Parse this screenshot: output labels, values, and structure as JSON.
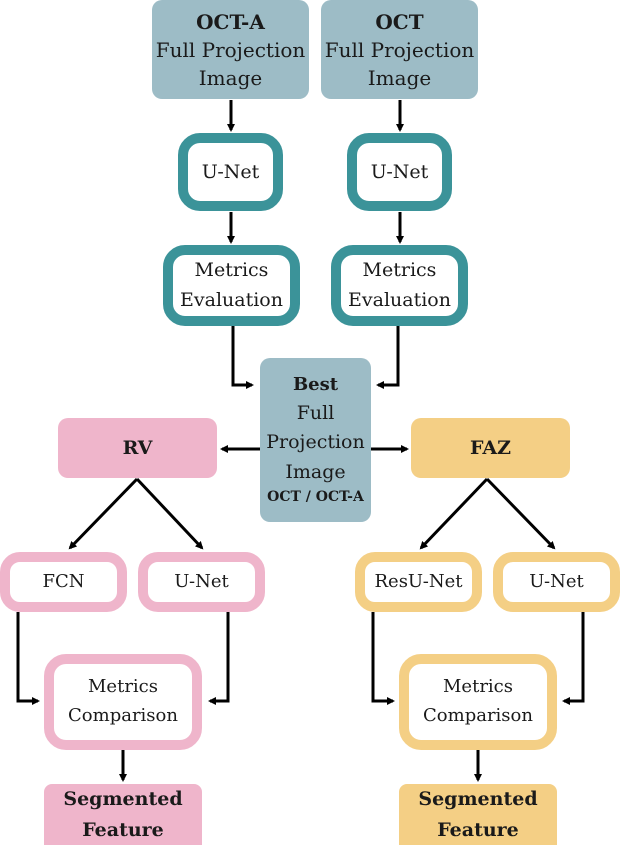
{
  "colors": {
    "teal_fill": "#9dbcc6",
    "teal_outline": "#3b9399",
    "pink": "#efb5cb",
    "gold": "#f4cf85",
    "arrow": "#000000"
  },
  "inputs": {
    "octa": {
      "title": "OCT-A",
      "line1": "Full Projection",
      "line2": "Image"
    },
    "oct": {
      "title": "OCT",
      "line1": "Full Projection",
      "line2": "Image"
    }
  },
  "models_top": {
    "left": "U-Net",
    "right": "U-Net"
  },
  "evaluation": {
    "left": {
      "line1": "Metrics",
      "line2": "Evaluation"
    },
    "right": {
      "line1": "Metrics",
      "line2": "Evaluation"
    }
  },
  "best": {
    "title": "Best",
    "line1": "Full",
    "line2": "Projection",
    "line3": "Image",
    "subtitle": "OCT / OCT-A"
  },
  "rv_branch": {
    "label": "RV",
    "model_a": "FCN",
    "model_b": "U-Net",
    "comparison": {
      "line1": "Metrics",
      "line2": "Comparison"
    },
    "output": {
      "line1": "Segmented",
      "line2": "Feature"
    }
  },
  "faz_branch": {
    "label": "FAZ",
    "model_a": "ResU-Net",
    "model_b": "U-Net",
    "comparison": {
      "line1": "Metrics",
      "line2": "Comparison"
    },
    "output": {
      "line1": "Segmented",
      "line2": "Feature"
    }
  }
}
